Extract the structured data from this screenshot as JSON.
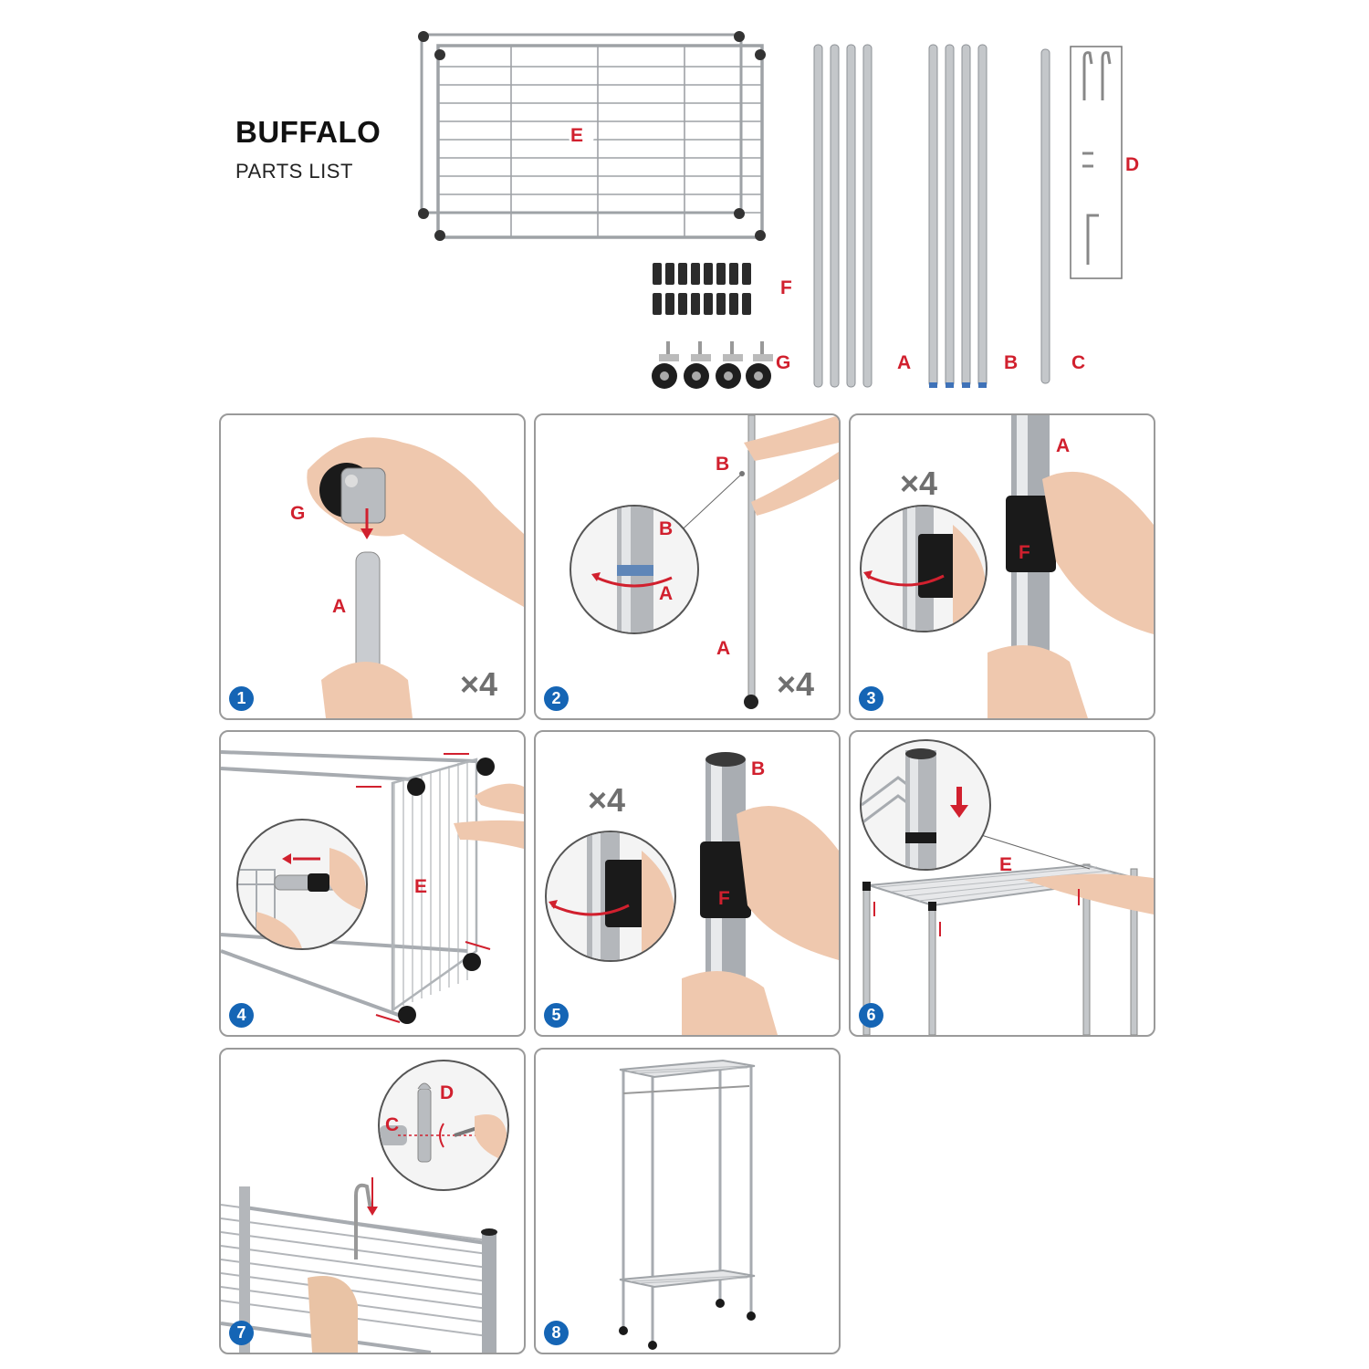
{
  "header": {
    "brand": "BUFFALO",
    "subtitle": "PARTS LIST"
  },
  "parts": {
    "E": "E",
    "F": "F",
    "G": "G",
    "A": "A",
    "B": "B",
    "C": "C",
    "D": "D"
  },
  "steps": [
    {
      "number": "1",
      "quantity": "×4",
      "labels": [
        "G",
        "A"
      ]
    },
    {
      "number": "2",
      "quantity": "×4",
      "labels": [
        "B",
        "B",
        "A",
        "A"
      ]
    },
    {
      "number": "3",
      "quantity": "×4",
      "labels": [
        "A",
        "F"
      ]
    },
    {
      "number": "4",
      "quantity": "",
      "labels": [
        "E"
      ]
    },
    {
      "number": "5",
      "quantity": "×4",
      "labels": [
        "B",
        "F"
      ]
    },
    {
      "number": "6",
      "quantity": "",
      "labels": [
        "E"
      ]
    },
    {
      "number": "7",
      "quantity": "",
      "labels": [
        "C",
        "D"
      ]
    },
    {
      "number": "8",
      "quantity": "",
      "labels": []
    }
  ],
  "colors": {
    "accent": "#d1202e",
    "step_badge": "#1565b5",
    "panel_border": "#9a9a9a",
    "chrome": "#b9bcc0"
  }
}
